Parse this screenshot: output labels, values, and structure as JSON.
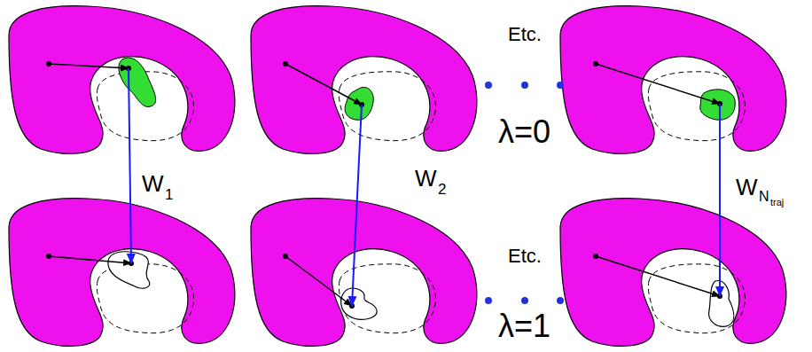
{
  "diagram": {
    "labels": [
      "Etc.",
      "λ=0",
      "W",
      "1",
      "W",
      "2",
      "W",
      "N",
      "traj",
      "Etc.",
      "λ=1"
    ]
  }
}
